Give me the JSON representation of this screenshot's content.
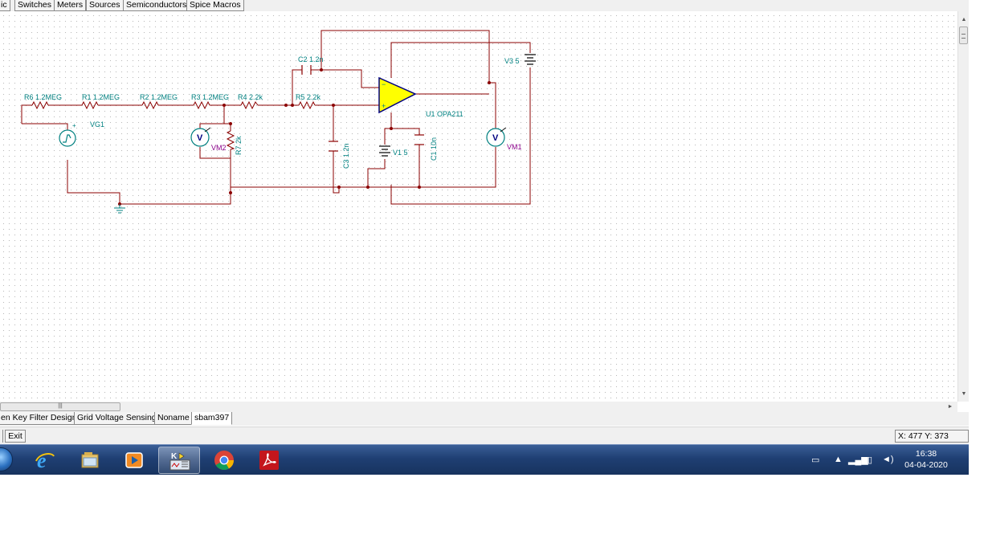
{
  "component_tabs": [
    "ic",
    "Switches",
    "Meters",
    "Sources",
    "Semiconductors",
    "Spice Macros"
  ],
  "schematic": {
    "labels": {
      "r6": "R6 1.2MEG",
      "r1": "R1 1.2MEG",
      "r2": "R2 1.2MEG",
      "r3": "R3 1.2MEG",
      "r4": "R4 2.2k",
      "r5": "R5 2.2k",
      "c2": "C2 1.2n",
      "v3": "V3 5",
      "u1": "U1 OPA211",
      "vg1": "VG1",
      "vm2": "VM2",
      "r7": "R7 2k",
      "c3": "C3 1.2n",
      "v1": "V1 5",
      "c1": "C1 10n",
      "vm1": "VM1",
      "meter_symbol": "V"
    },
    "colors": {
      "wire": "#8b0000",
      "part": "#008080",
      "label": "#008080",
      "meter_label": "#8b008b",
      "opamp_fill": "#ffff00"
    }
  },
  "doc_tabs": [
    "en Key Filter Design]",
    "Grid Voltage Sensing",
    "Noname",
    "sbam397"
  ],
  "status": {
    "exit_label": "Exit",
    "coords": "X: 477  Y: 373"
  },
  "taskbar": {
    "apps": [
      "internet-explorer-icon",
      "file-explorer-icon",
      "media-player-icon",
      "ti-tina-icon",
      "chrome-icon",
      "acrobat-icon"
    ],
    "time": "16:38",
    "date": "04-04-2020"
  }
}
